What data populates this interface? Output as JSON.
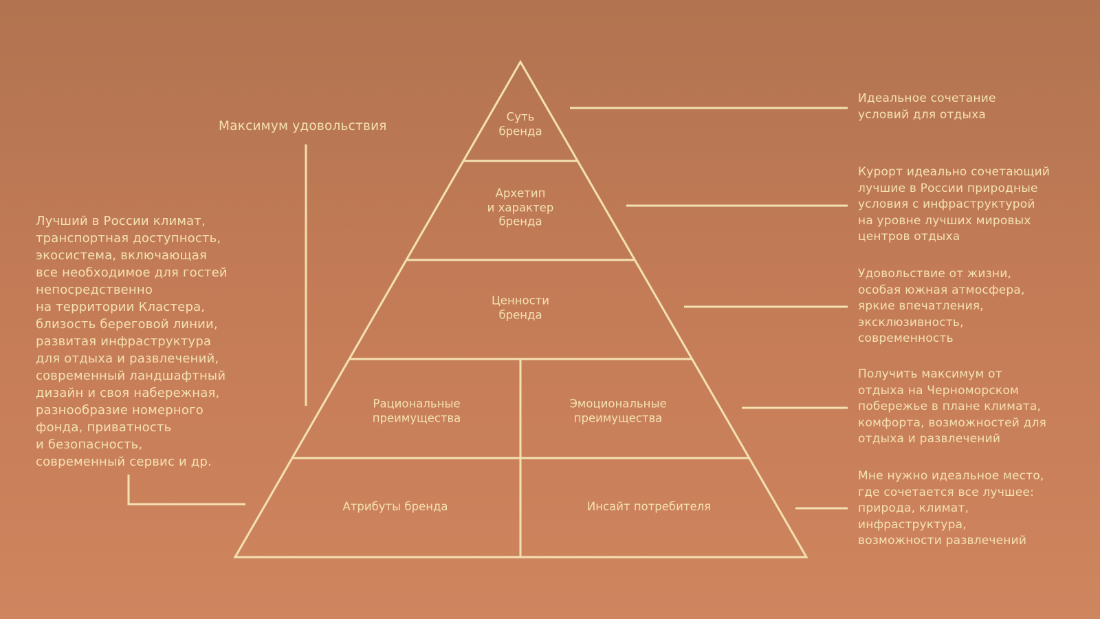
{
  "colors": {
    "line": "#f4e1b2",
    "background_top": "#b27350",
    "background_bottom": "#cf855e"
  },
  "left_title": "Максимум удовольствия",
  "left_text": "Лучший в России климат,\nтранспортная доступность,\nэкосистема, включающая\nвсе необходимое для гостей\nнепосредственно\nна территории Кластера,\nблизость береговой линии,\nразвитая инфраструктура\nдля отдыха и развлечений,\nсовременный ландшафтный\nдизайн и своя набережная,\nразнообразие номерного\nфонда, приватность\nи безопасность,\nсовременный сервис и др.",
  "pyramid": {
    "essence": "Суть\nбренда",
    "archetype": "Архетип\nи характер\nбренда",
    "values": "Ценности\nбренда",
    "rational": "Рациональные\nпреимущества",
    "emotional": "Эмоциональные\nпреимущества",
    "attributes": "Атрибуты бренда",
    "insight": "Инсайт потребителя"
  },
  "right_texts": [
    "Идеальное сочетание\nусловий для отдыха",
    "Курорт идеально сочетающий\nлучшие в России природные\nусловия с инфраструктурой\nна уровне лучших мировых\nцентров отдыха",
    "Удовольствие от жизни,\nособая южная атмосфера,\nяркие впечатления,\nэксклюзивность,\nсовременность",
    "Получить максимум от\nотдыха на Черноморском\nпобережье в плане климата,\nкомфорта, возможностей для\nотдыха и развлечений",
    "Мне нужно идеальное место,\nгде сочетается все лучшее:\nприрода, климат,\nинфраструктура,\nвозможности развлечений"
  ]
}
